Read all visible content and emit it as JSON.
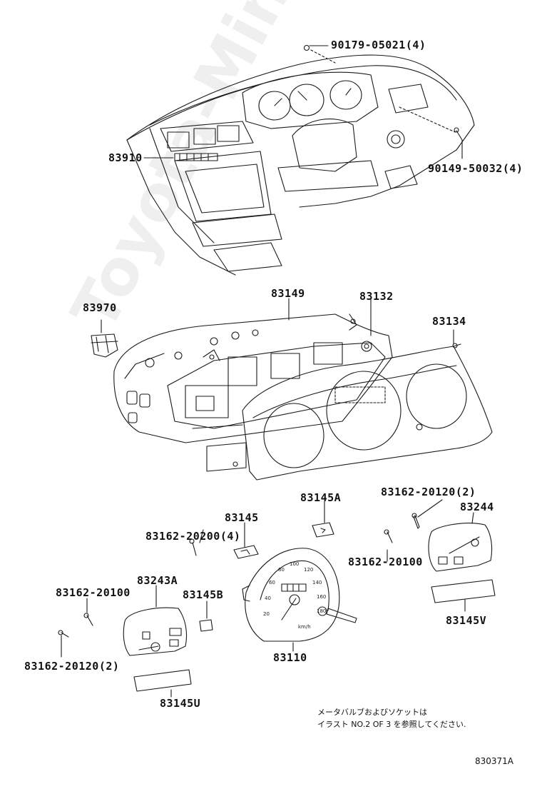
{
  "diagram": {
    "part_labels": {
      "p90179": "90179-05021(4)",
      "p90149": "90149-50032(4)",
      "p83910": "83910",
      "p83970": "83970",
      "p83149": "83149",
      "p83132": "83132",
      "p83134": "83134",
      "p83145A": "83145A",
      "p83162_20120_right": "83162-20120(2)",
      "p83244": "83244",
      "p83145": "83145",
      "p83162_20200": "83162-20200(4)",
      "p83162_20100_right": "83162-20100",
      "p83243A": "83243A",
      "p83162_20100_left": "83162-20100",
      "p83145B": "83145B",
      "p83145V": "83145V",
      "p83162_20120_left": "83162-20120(2)",
      "p83110": "83110",
      "p83145U": "83145U"
    },
    "note_line1": "メータバルブおよびソケットは",
    "note_line2": "イラスト NO.2 OF 3 を参照してください.",
    "figure_id": "830371A",
    "watermark": "Toyota-Mine.ru",
    "speedometer_scale": [
      "20",
      "40",
      "60",
      "80",
      "100",
      "120",
      "140",
      "160",
      "180"
    ],
    "speed_unit": "km/h"
  }
}
